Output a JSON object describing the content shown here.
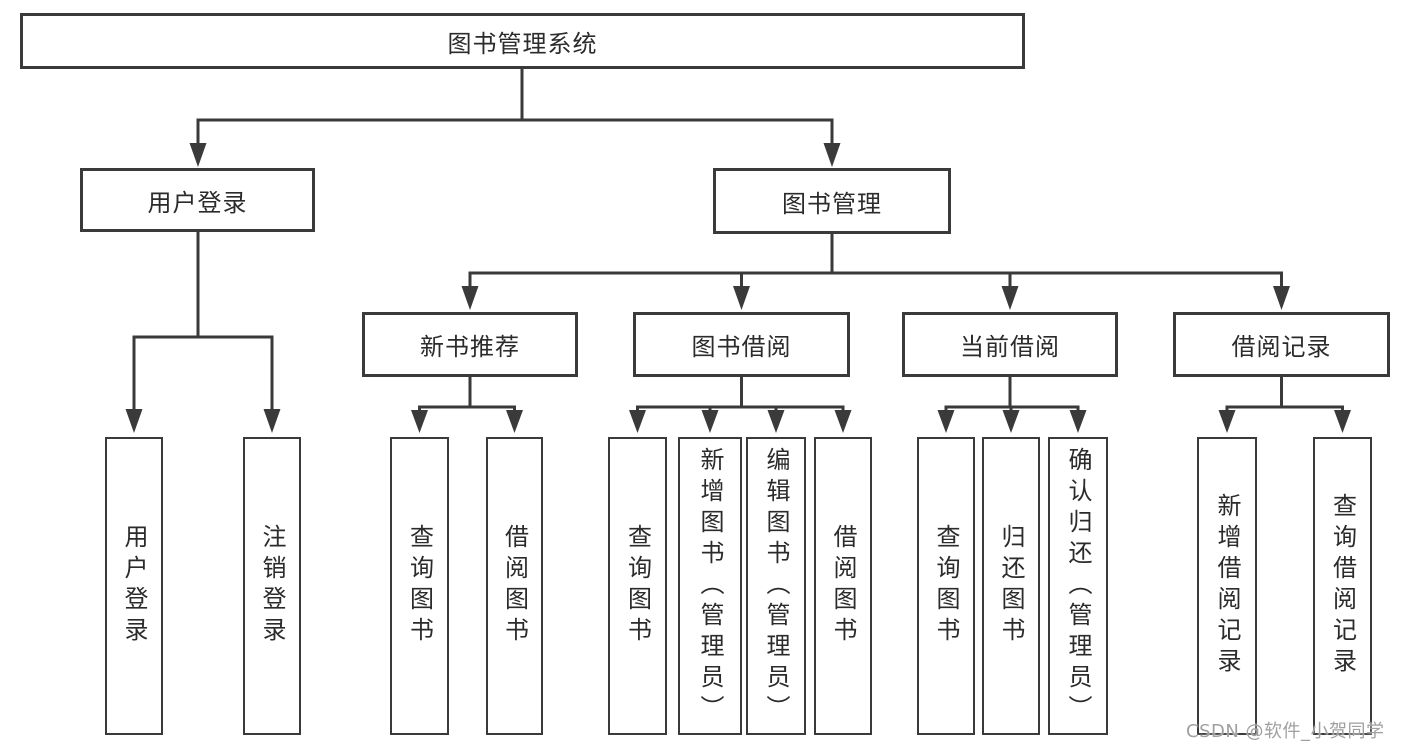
{
  "diagram": {
    "root": {
      "label": "图书管理系统"
    },
    "branches": [
      {
        "label": "用户登录",
        "children": [
          "用户登录",
          "注销登录"
        ]
      },
      {
        "label": "图书管理",
        "sections": [
          {
            "label": "新书推荐",
            "children": [
              "查询图书",
              "借阅图书"
            ]
          },
          {
            "label": "图书借阅",
            "children": [
              "查询图书",
              "新增图书（管理员）",
              "编辑图书（管理员）",
              "借阅图书"
            ]
          },
          {
            "label": "当前借阅",
            "children": [
              "查询图书",
              "归还图书",
              "确认归还（管理员）"
            ]
          },
          {
            "label": "借阅记录",
            "children": [
              "新增借阅记录",
              "查询借阅记录"
            ]
          }
        ]
      }
    ]
  },
  "watermark": {
    "text": "CSDN @软件_小贺同学"
  },
  "colors": {
    "line": "#3a3a3a",
    "text": "#2b2b2b",
    "background": "#ffffff",
    "watermark_color": "#a0a0a0"
  }
}
